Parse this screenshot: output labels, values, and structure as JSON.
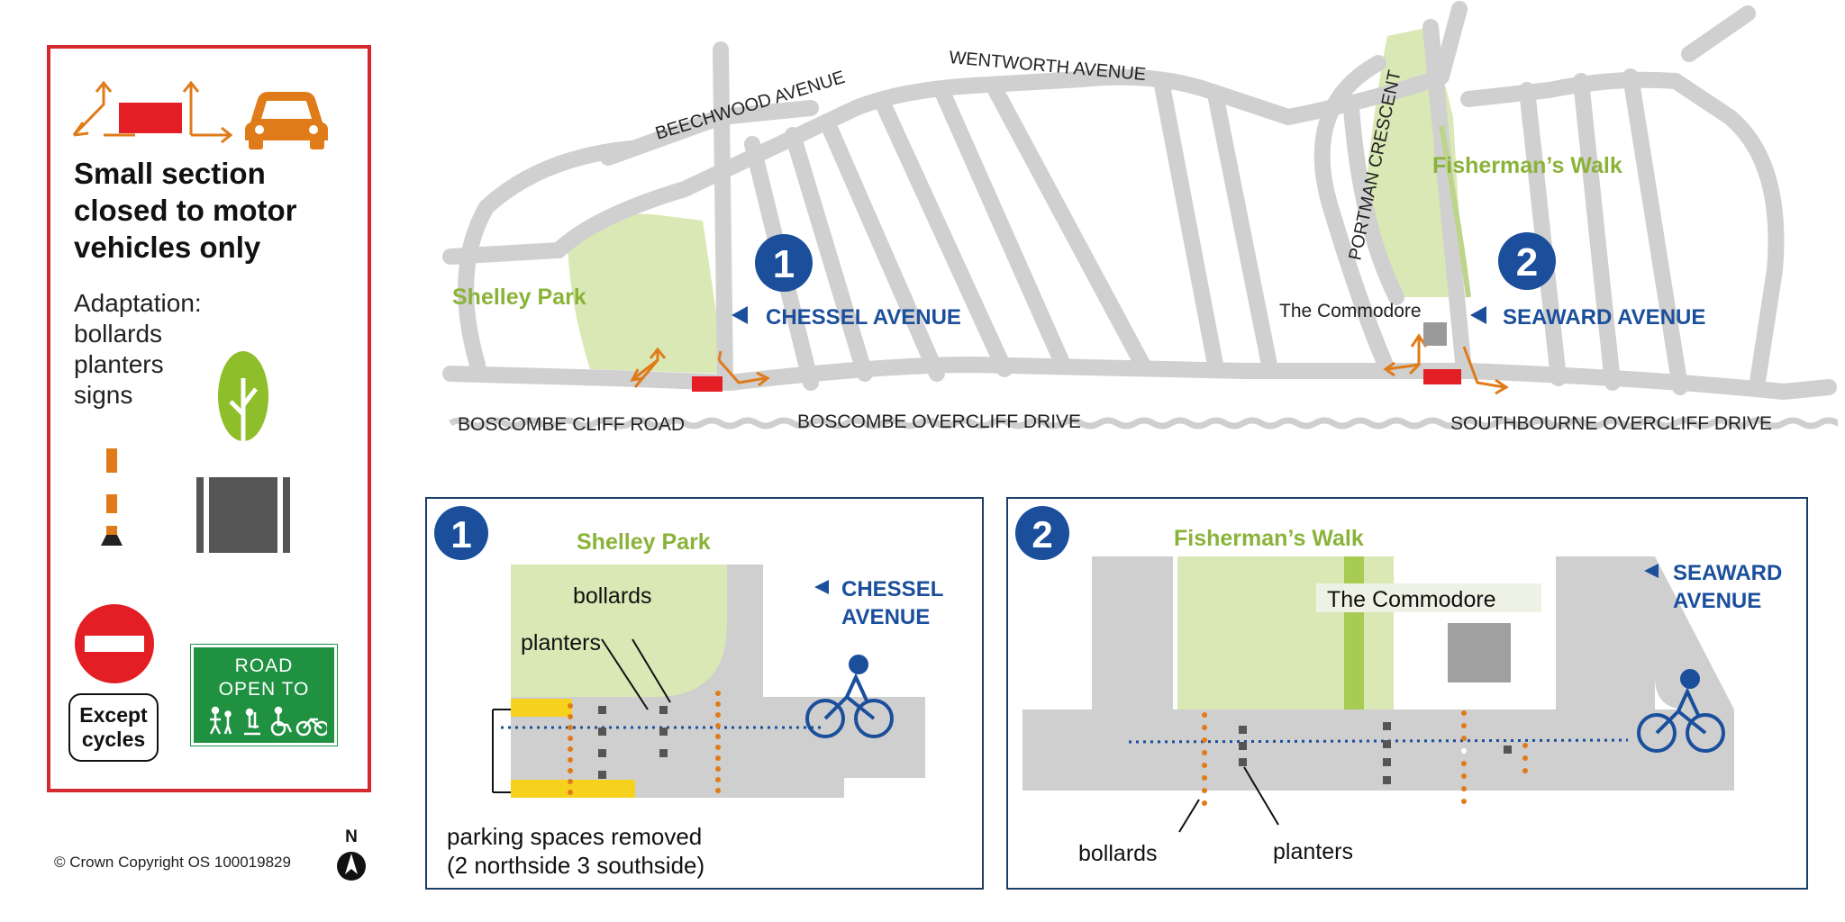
{
  "legend": {
    "title": "Small section closed to motor vehicles only",
    "adaptation_heading": "Adaptation:",
    "adaptation_items": [
      "bollards",
      "planters",
      "signs"
    ],
    "except_sign": "Except cycles",
    "road_open_line1": "ROAD",
    "road_open_line2": "OPEN TO"
  },
  "copyright": "© Crown Copyright OS 100019829",
  "north_label": "N",
  "map": {
    "streets": {
      "beechwood": "BEECHWOOD AVENUE",
      "wentworth": "WENTWORTH AVENUE",
      "portman": "PORTMAN CRESCENT",
      "boscombe_cliff": "BOSCOMBE CLIFF ROAD",
      "boscombe_overcliff": "BOSCOMBE OVERCLIFF DRIVE",
      "southbourne_overcliff": "SOUTHBOURNE OVERCLIFF DRIVE"
    },
    "places": {
      "shelley_park": "Shelley Park",
      "fishermans_walk": "Fisherman’s Walk",
      "commodore": "The Commodore"
    },
    "markers": [
      {
        "number": "1",
        "label": "CHESSEL AVENUE"
      },
      {
        "number": "2",
        "label": "SEAWARD AVENUE"
      }
    ]
  },
  "inset1": {
    "number": "1",
    "park": "Shelley Park",
    "street_line1": "CHESSEL",
    "street_line2": "AVENUE",
    "bollards": "bollards",
    "planters": "planters",
    "parking_line1": "parking spaces removed",
    "parking_line2": "(2 northside 3 southside)"
  },
  "inset2": {
    "number": "2",
    "park": "Fisherman’s Walk",
    "commodore": "The Commodore",
    "street_line1": "SEAWARD",
    "street_line2": "AVENUE",
    "bollards": "bollards",
    "planters": "planters"
  },
  "colors": {
    "road": "#cfcfcf",
    "park": "#d9e8b4",
    "park_text": "#8ab33a",
    "marker_blue": "#1b4f9c",
    "closure_red": "#e31e24",
    "arrow_orange": "#e07b1a",
    "legend_border": "#d42a2f",
    "sign_green": "#1f9140"
  }
}
